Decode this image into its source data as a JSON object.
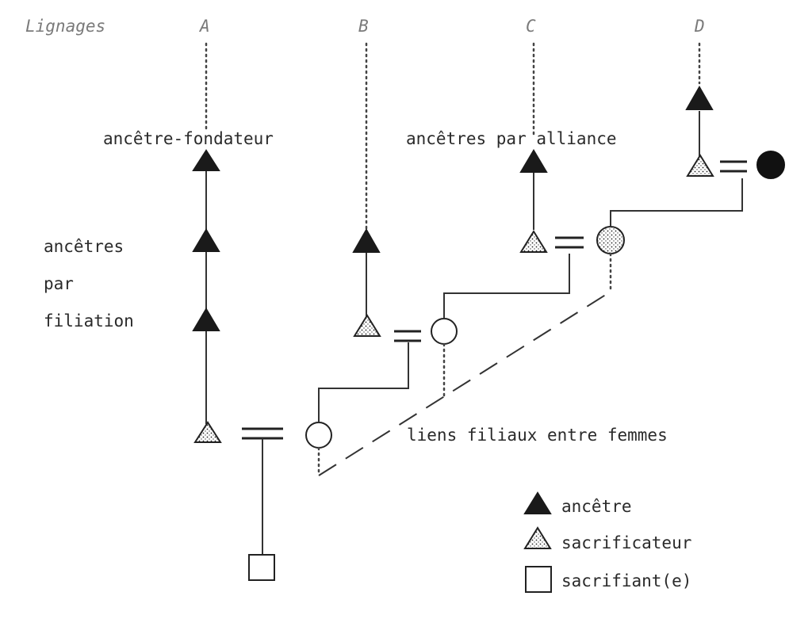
{
  "header": {
    "lineages_label": "Lignages",
    "columns": [
      "A",
      "B",
      "C",
      "D"
    ]
  },
  "labels": {
    "founder": "ancêtre-fondateur",
    "by_alliance": "ancêtres par alliance",
    "by_filiation_1": "ancêtres",
    "by_filiation_2": "par",
    "by_filiation_3": "filiation",
    "female_links": "liens filiaux entre femmes"
  },
  "legend": {
    "ancestor": "ancêtre",
    "sacrificer": "sacrificateur",
    "offerer": "sacrifiant(e)"
  },
  "icons": {
    "ancestor": "filled-triangle-icon",
    "sacrificer": "stippled-triangle-icon",
    "offerer": "square-icon",
    "woman": "circle-icon",
    "stippled_woman": "stippled-circle-icon",
    "woman_ancestor": "filled-circle-icon"
  }
}
